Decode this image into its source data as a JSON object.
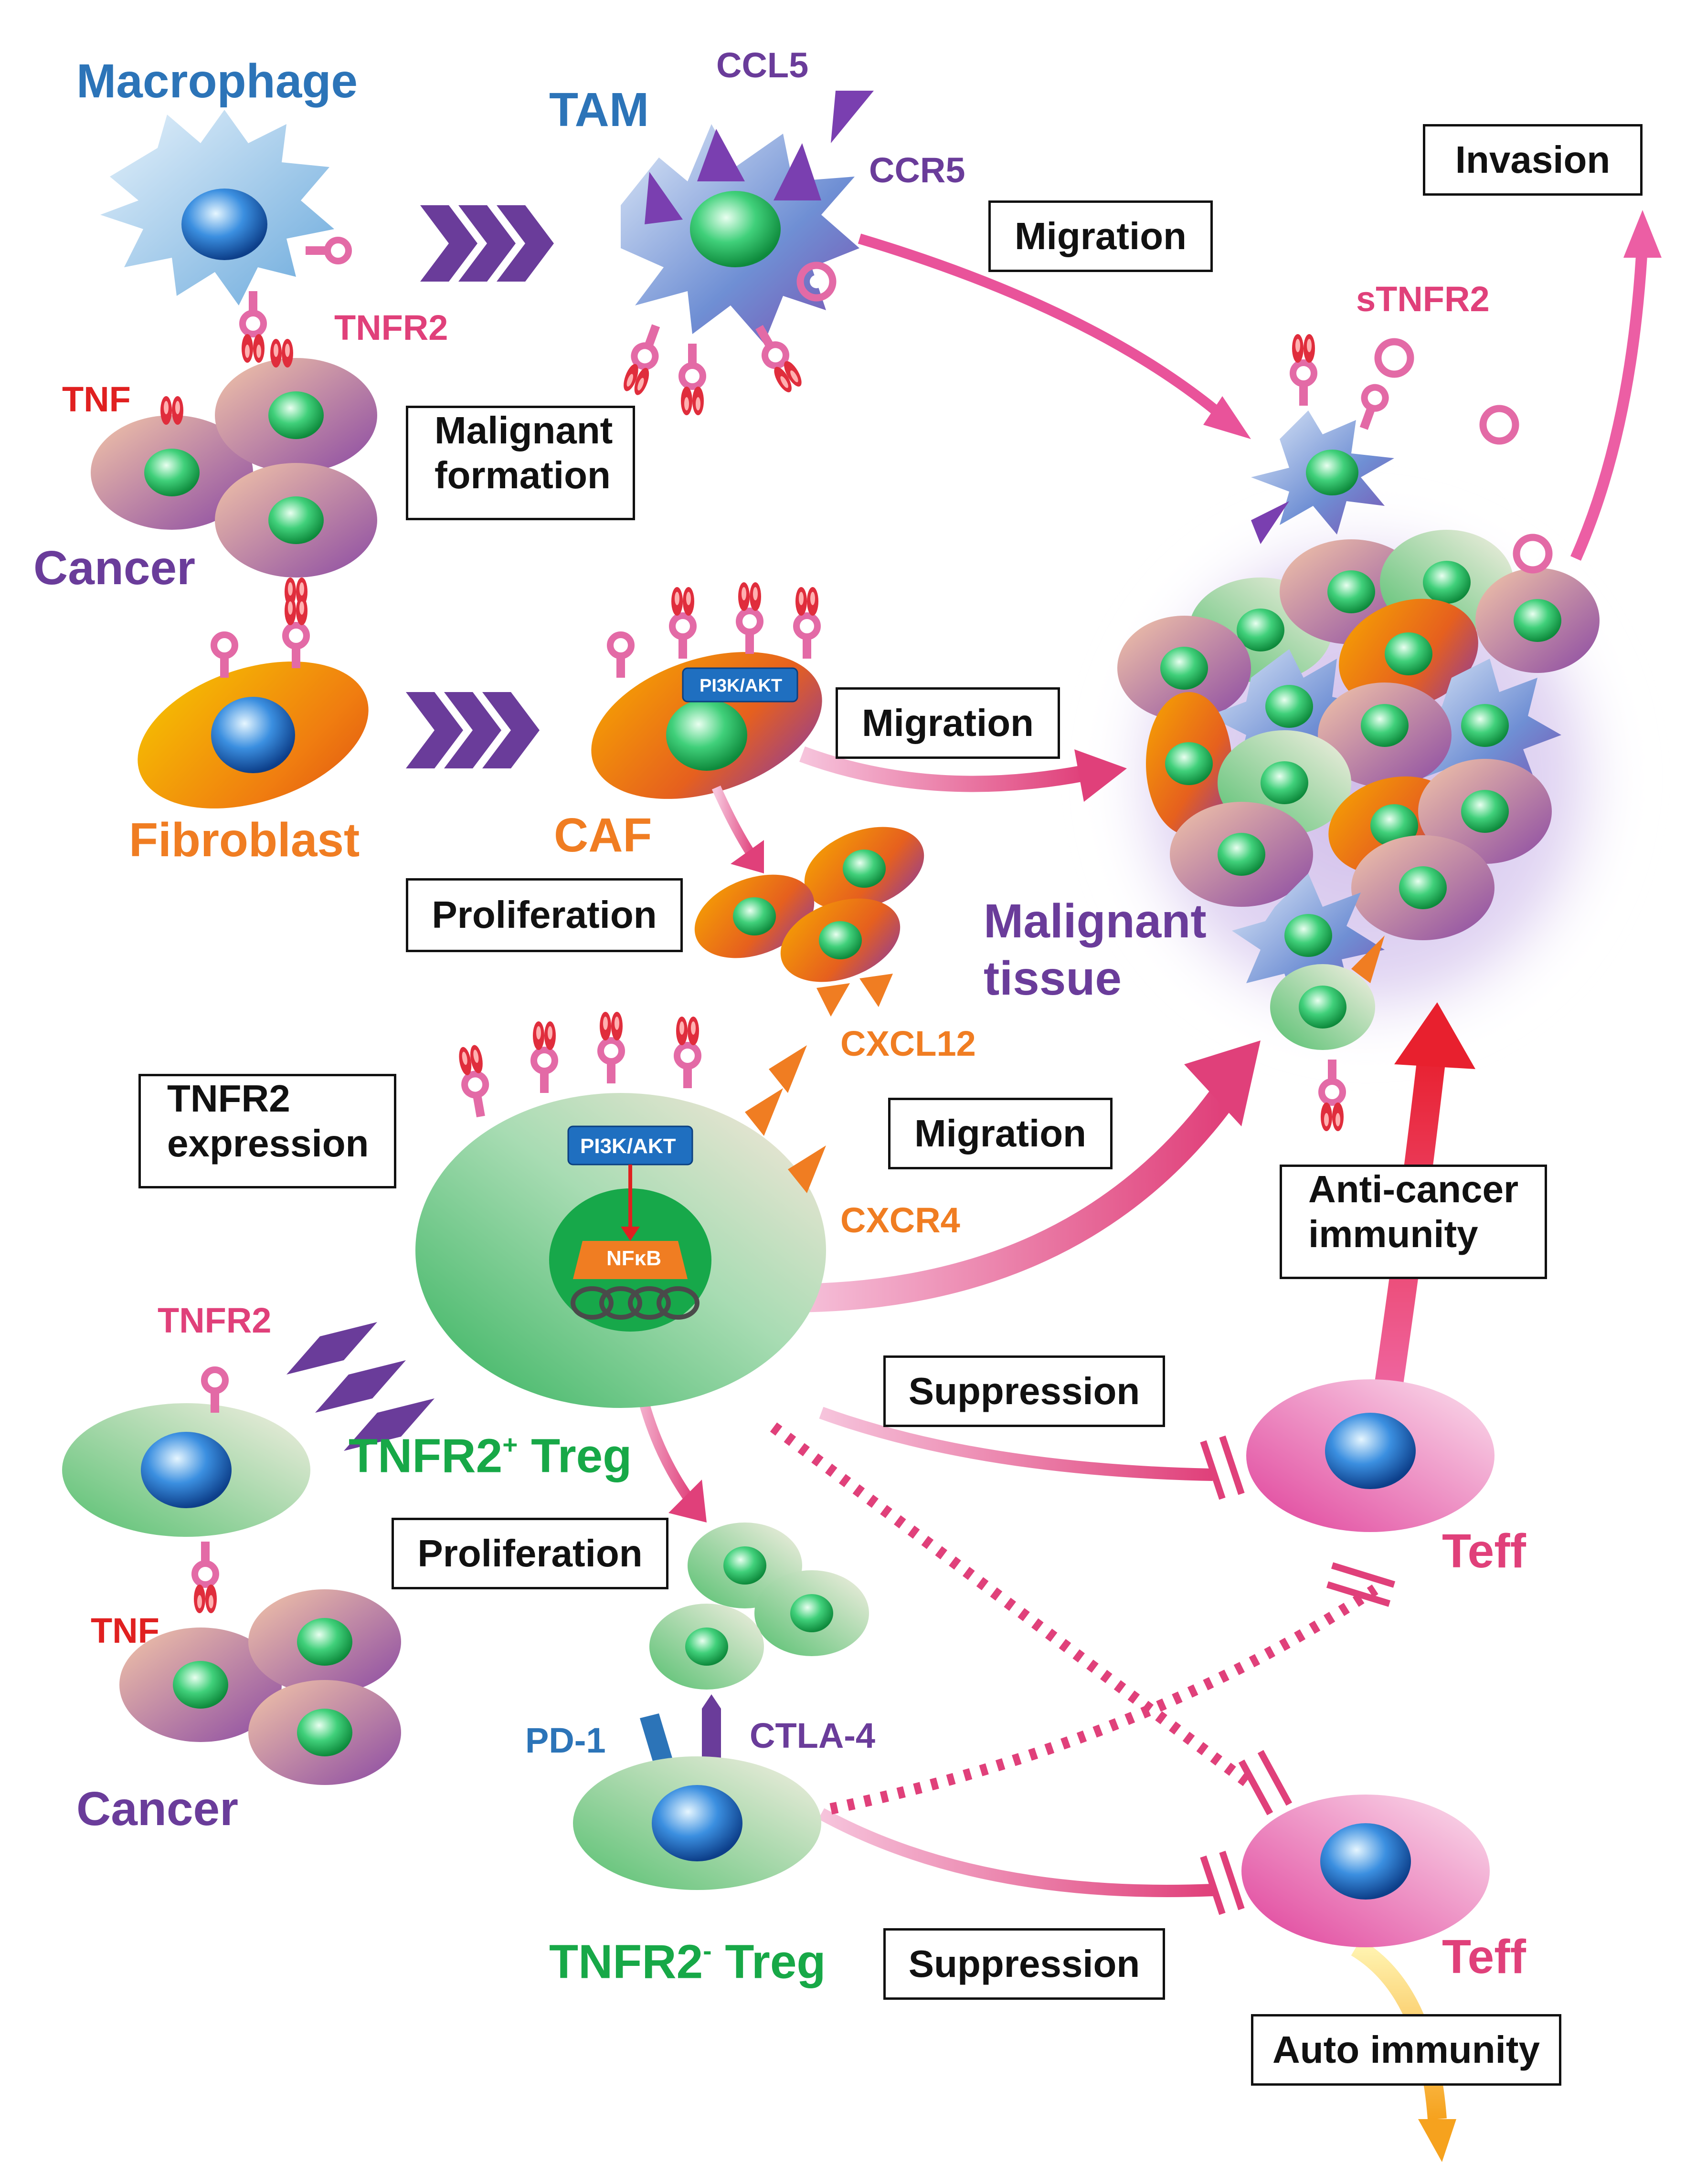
{
  "labels": {
    "macrophage": "Macrophage",
    "tam": "TAM",
    "ccl5": "CCL5",
    "ccr5": "CCR5",
    "tnfr2_top": "TNFR2",
    "tnf_top": "TNF",
    "cancer_top": "Cancer",
    "fibroblast": "Fibroblast",
    "caf": "CAF",
    "stnfr2": "sTNFR2",
    "malignant_tissue_1": "Malignant",
    "malignant_tissue_2": "tissue",
    "cxcl12": "CXCL12",
    "cxcr4": "CXCR4",
    "tnfr2_mid": "TNFR2",
    "treg_plus_a": "TNFR2",
    "treg_plus_sup": "+",
    "treg_plus_b": " Treg",
    "tnf_bottom": "TNF",
    "cancer_bottom": "Cancer",
    "pd1": "PD-1",
    "ctla4": "CTLA-4",
    "treg_minus_a": "TNFR2",
    "treg_minus_sup": "-",
    "treg_minus_b": " Treg",
    "teff_1": "Teff",
    "teff_2": "Teff",
    "pi3k_akt_caf": "PI3K/AKT",
    "pi3k_akt_treg": "PI3K/AKT",
    "nfkb": "NFκB"
  },
  "boxes": {
    "invasion": "Invasion",
    "migration_tam": "Migration",
    "malignant_formation_1": "Malignant",
    "malignant_formation_2": "formation",
    "migration_caf": "Migration",
    "proliferation_caf": "Proliferation",
    "tnfr2_expression_1": "TNFR2",
    "tnfr2_expression_2": "expression",
    "migration_treg": "Migration",
    "anticancer_1": "Anti-cancer",
    "anticancer_2": "immunity",
    "suppression_1": "Suppression",
    "proliferation_treg": "Proliferation",
    "suppression_2": "Suppression",
    "auto_immunity": "Auto immunity"
  },
  "colors": {
    "blue": "#2c74b8",
    "purple": "#6a3c9a",
    "orange": "#f07d22",
    "green": "#17a847",
    "pink": "#e0407a",
    "red": "#e02020"
  }
}
